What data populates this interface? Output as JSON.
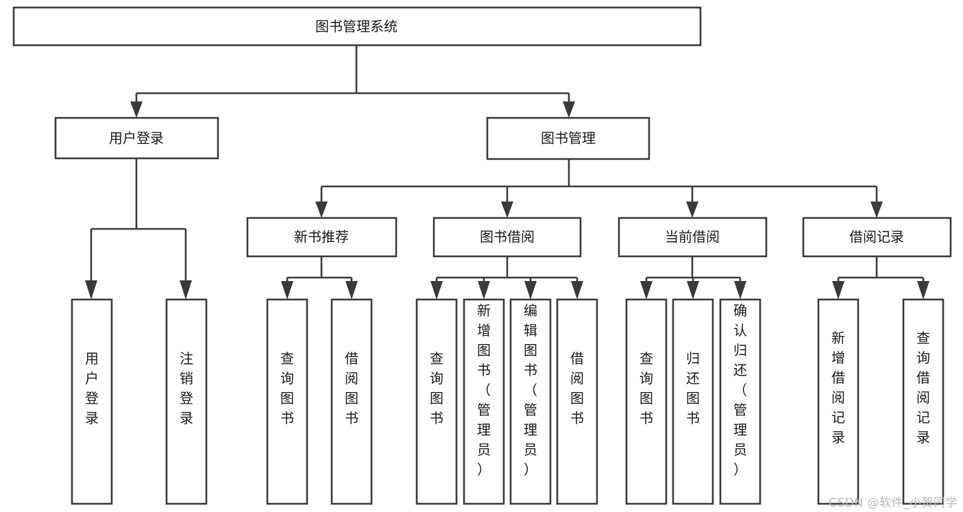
{
  "diagram": {
    "type": "tree",
    "title": "图书管理系统",
    "watermark": "CSDN @软件_小贺同学",
    "colors": {
      "stroke": "#3a3a3a",
      "fill": "#ffffff",
      "text": "#1a1a1a",
      "background": "#ffffff",
      "watermark": "#b7b7b7"
    },
    "nodes": {
      "root": {
        "label": "图书管理系统"
      },
      "level2": [
        {
          "label": "用户登录"
        },
        {
          "label": "图书管理"
        }
      ],
      "level3": [
        {
          "label": "新书推荐"
        },
        {
          "label": "图书借阅"
        },
        {
          "label": "当前借阅"
        },
        {
          "label": "借阅记录"
        }
      ],
      "leaves": {
        "user_login": [
          {
            "label": "用户登录"
          },
          {
            "label": "注销登录"
          }
        ],
        "new_book": [
          {
            "label": "查询图书"
          },
          {
            "label": "借阅图书"
          }
        ],
        "book_borrow": [
          {
            "label": "查询图书"
          },
          {
            "label": "新增图书（管理员）"
          },
          {
            "label": "编辑图书（管理员）"
          },
          {
            "label": "借阅图书"
          }
        ],
        "current_borrow": [
          {
            "label": "查询图书"
          },
          {
            "label": "归还图书"
          },
          {
            "label": "确认归还（管理员）"
          }
        ],
        "borrow_record": [
          {
            "label": "新增借阅记录"
          },
          {
            "label": "查询借阅记录"
          }
        ]
      }
    }
  }
}
